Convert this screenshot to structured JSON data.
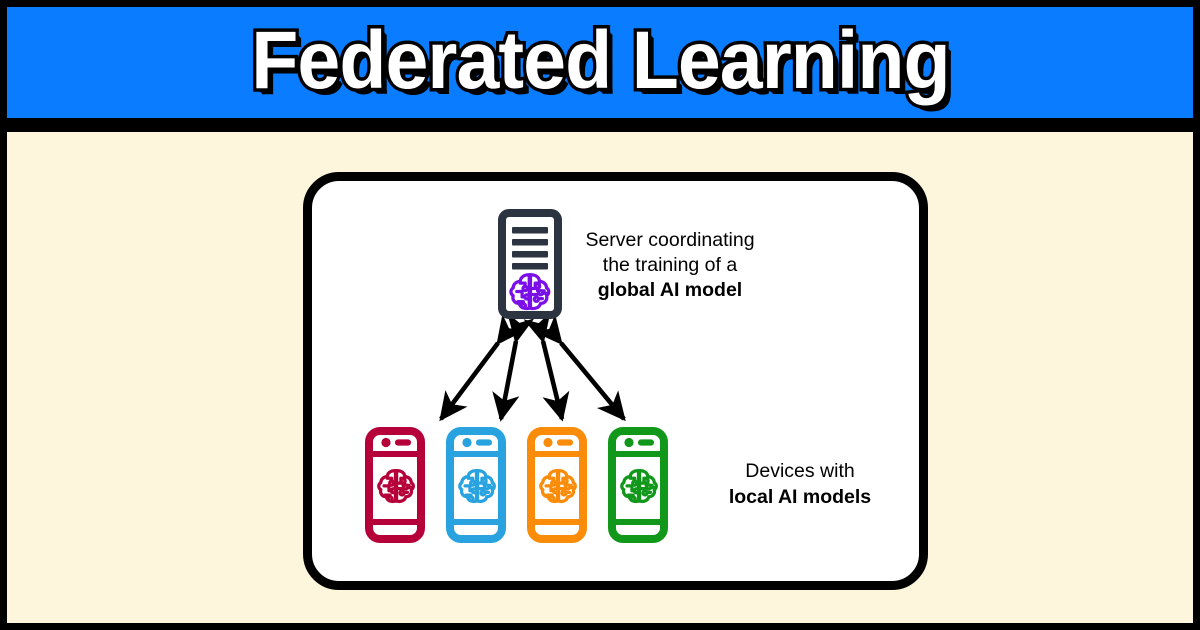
{
  "poster": {
    "title": "Federated Learning",
    "header_bg": "#0A7CFF",
    "body_bg": "#FDF5DC",
    "frame_color": "#000000",
    "card_bg": "#FFFFFF"
  },
  "diagram": {
    "type": "federated-learning-architecture",
    "server": {
      "icon": "server-rack-with-ai-brain-icon",
      "body_color": "#2C3442",
      "brain_color": "#7B0FE8",
      "bar_count": 4,
      "caption_lines": [
        {
          "text": "Server coordinating",
          "bold": false
        },
        {
          "text": "the training of a",
          "bold": false
        },
        {
          "text": "global AI model",
          "bold": true
        }
      ]
    },
    "connections": {
      "icon": "double-headed-arrow-icon",
      "count": 4,
      "color": "#000000",
      "direction": "bidirectional"
    },
    "devices": {
      "icon": "smartphone-with-ai-brain-icon",
      "items": [
        {
          "label": "device-1",
          "color": "#B50039"
        },
        {
          "label": "device-2",
          "color": "#29A3E0"
        },
        {
          "label": "device-3",
          "color": "#FA8C0A"
        },
        {
          "label": "device-4",
          "color": "#11981B"
        }
      ],
      "caption_lines": [
        {
          "text": "Devices with",
          "bold": false
        },
        {
          "text": "local AI models",
          "bold": true
        }
      ]
    }
  }
}
